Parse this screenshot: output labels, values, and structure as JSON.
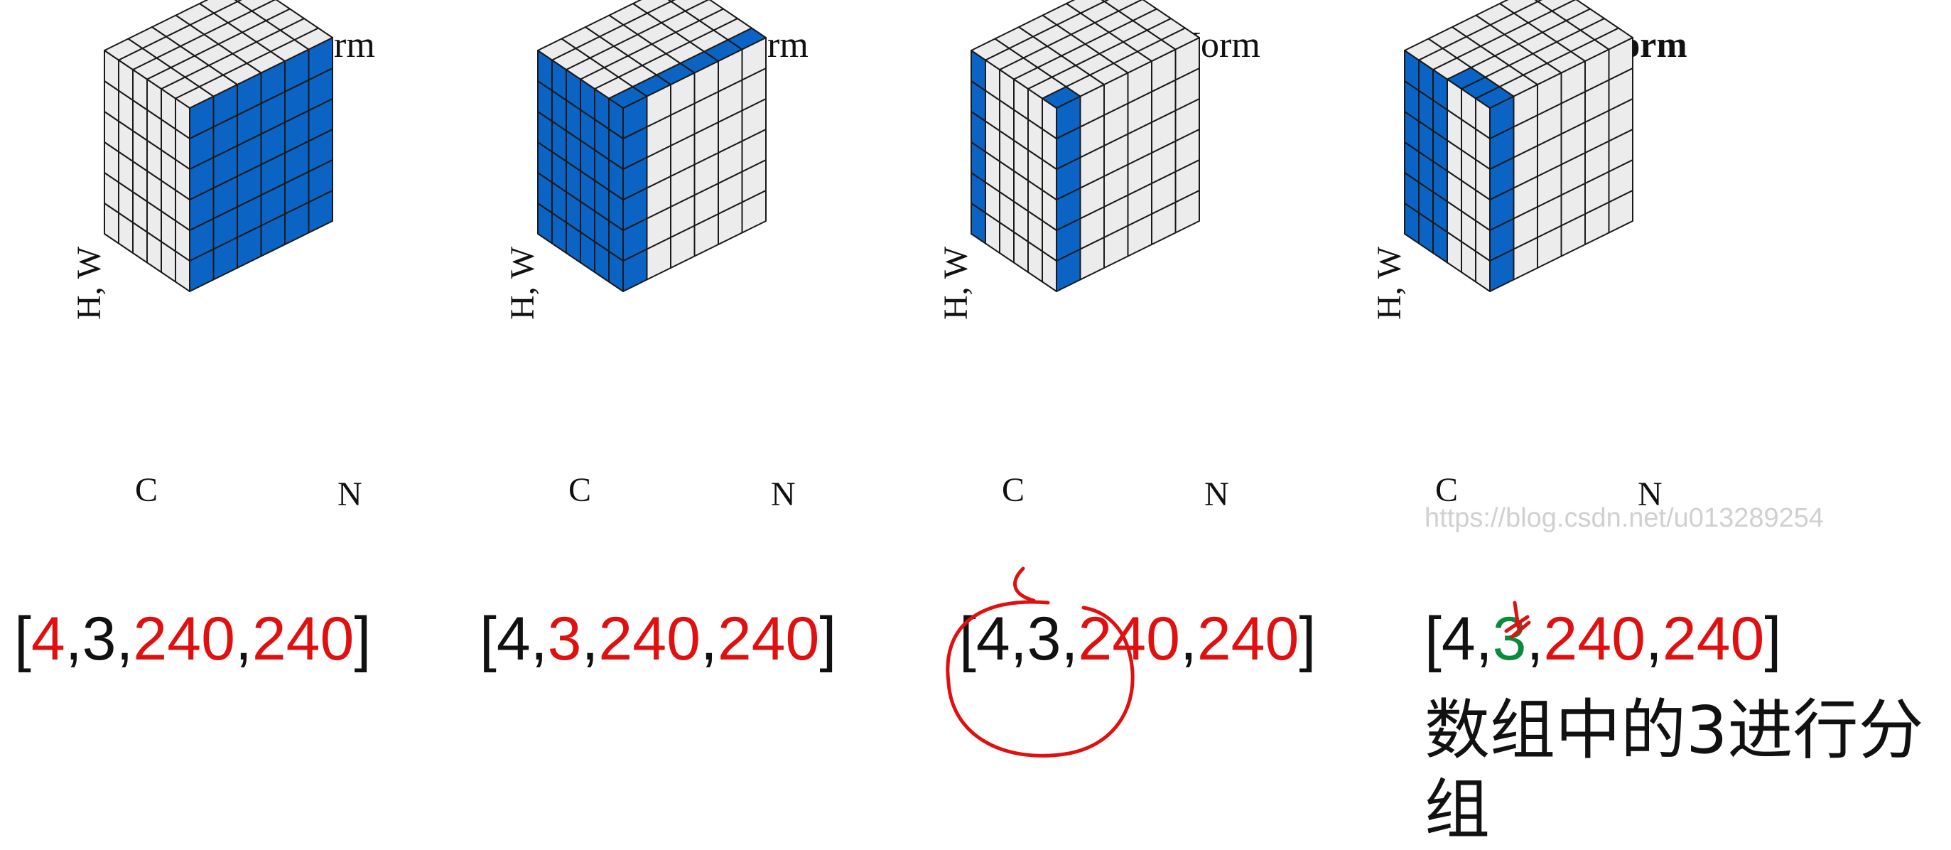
{
  "panels": [
    {
      "title": "Batch Norm",
      "bold": false,
      "hw_label": "H, W",
      "c_label": "C",
      "n_label": "N",
      "highlight": "batch"
    },
    {
      "title": "Layer Norm",
      "bold": false,
      "hw_label": "H, W",
      "c_label": "C",
      "n_label": "N",
      "highlight": "layer"
    },
    {
      "title": "Instance Norm",
      "bold": false,
      "hw_label": "H, W",
      "c_label": "C",
      "n_label": "N",
      "highlight": "instance"
    },
    {
      "title": "Group Norm",
      "bold": true,
      "hw_label": "H, W",
      "c_label": "C",
      "n_label": "N",
      "highlight": "group"
    }
  ],
  "watermark": "https://blog.csdn.net/u013289254",
  "tensors": [
    {
      "open": "[",
      "d0": "4",
      "d1": "3",
      "d2": "240",
      "d3": "240",
      "sep": ",",
      "close": "]"
    },
    {
      "open": "[",
      "d0": "4",
      "d1": "3",
      "d2": "240",
      "d3": "240",
      "sep": ",",
      "close": "]"
    },
    {
      "open": "[",
      "d0": "4",
      "d1": "3",
      "d2": "240",
      "d3": "240",
      "sep": ",",
      "close": "]"
    },
    {
      "open": "[",
      "d0": "4",
      "d1": "3",
      "d2": "240",
      "d3": "240",
      "sep": ",",
      "close": "]"
    }
  ],
  "note": "数组中的3进行分组",
  "colors": {
    "blue": "#0b63c4",
    "gray": "#ececec",
    "red_text": "#e01010",
    "green_text": "#0a8a3a",
    "annotation_red": "#e01010"
  }
}
